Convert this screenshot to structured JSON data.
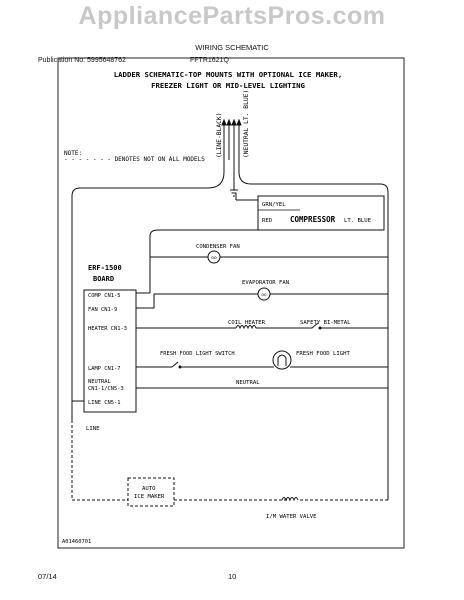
{
  "watermark": "AppliancePartsPros.com",
  "header": {
    "publication": "Publication No: 5995648762",
    "model": "FFTR1621Q",
    "title": "WIRING SCHEMATIC"
  },
  "diagram": {
    "heading_line1": "LADDER SCHEMATIC-TOP MOUNTS WITH OPTIONAL ICE MAKER,",
    "heading_line2": "FREEZER LIGHT OR MID-LEVEL LIGHTING",
    "line_black": "(LINE-BLACK)",
    "neutral_blue": "(NEUTRAL LT. BLUE)",
    "note_label": "NOTE:",
    "note_text": "- - - - - - - DENOTES NOT ON ALL MODELS",
    "compressor_label": "COMPRESSOR",
    "grn_yel": "GRN/YEL",
    "red": "RED",
    "lt_blue": "LT. BLUE",
    "condenser_fan": "CONDENSER FAN",
    "board_name": "ERF-1500",
    "board_label": "BOARD",
    "evaporator_fan": "EVAPORATOR FAN",
    "comp_pin": "COMP CN1-5",
    "fan_pin": "FAN CN1-9",
    "heater_pin": "HEATER CN1-3",
    "coil_heater": "COIL HEATER",
    "safety_bimetal": "SAFETY BI-METAL",
    "fresh_food_light_switch": "FRESH FOOD LIGHT SWITCH",
    "fresh_food_light": "FRESH FOOD LIGHT",
    "lamp_pin": "LAMP CN1-7",
    "neutral_pin_1": "NEUTRAL",
    "neutral_pin_2": "CN1-1/CN5-3",
    "neutral_rail": "NEUTRAL",
    "line_pin": "LINE CN5-1",
    "line_label": "LINE",
    "auto_ice_maker_1": "AUTO",
    "auto_ice_maker_2": "ICE MAKER",
    "water_valve": "I/M WATER VALVE",
    "drawing_number": "A01460701"
  },
  "footer": {
    "date": "07/14",
    "page": "10"
  }
}
